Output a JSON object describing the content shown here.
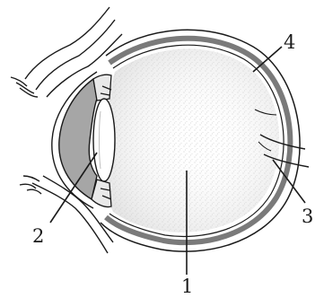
{
  "diagram": {
    "labels": [
      {
        "id": "1",
        "text": "1"
      },
      {
        "id": "2",
        "text": "2"
      },
      {
        "id": "3",
        "text": "3"
      },
      {
        "id": "4",
        "text": "4"
      }
    ]
  },
  "colors": {
    "ink": "#1a1a1a",
    "sclera_band": "#7a7a7a",
    "cornea_chamber": "#a6a6a6",
    "vitreous_stipple": "#d9d9d9",
    "background": "#ffffff"
  }
}
